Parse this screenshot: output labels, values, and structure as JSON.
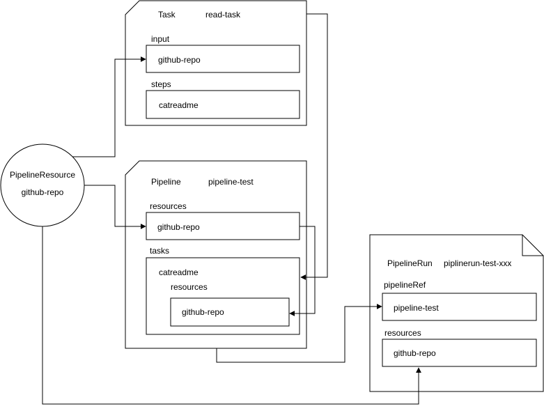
{
  "pipeline_resource": {
    "kind": "PipelineResource",
    "name": "github-repo"
  },
  "task": {
    "kind": "Task",
    "name": "read-task",
    "input_label": "input",
    "input_value": "github-repo",
    "steps_label": "steps",
    "steps_value": "catreadme"
  },
  "pipeline": {
    "kind": "Pipeline",
    "name": "pipeline-test",
    "resources_label": "resources",
    "resources_value": "github-repo",
    "tasks_label": "tasks",
    "task_name": "catreadme",
    "task_resources_label": "resources",
    "task_resources_value": "github-repo"
  },
  "pipeline_run": {
    "kind": "PipelineRun",
    "name": "piplinerun-test-xxx",
    "pipeline_ref_label": "pipelineRef",
    "pipeline_ref_value": "pipeline-test",
    "resources_label": "resources",
    "resources_value": "github-repo"
  }
}
